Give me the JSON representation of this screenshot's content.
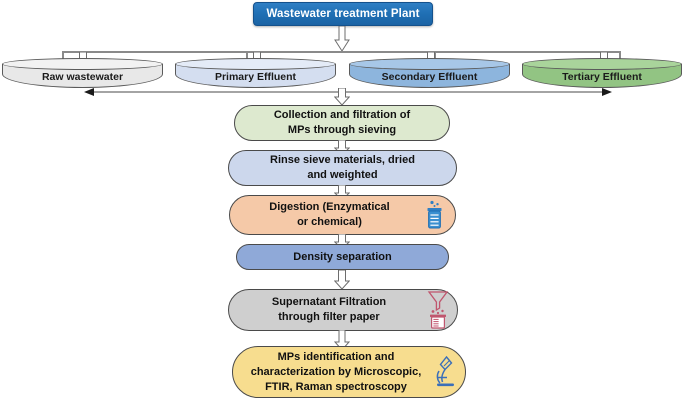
{
  "diagram": {
    "title_box": {
      "label": "Wastewater treatment Plant",
      "fill": "#1f6fb4",
      "text_color": "#ffffff"
    },
    "sources": [
      {
        "label": "Raw wastewater",
        "fill": "#e8e8e8",
        "top_fill": "#f2f2f2"
      },
      {
        "label": "Primary Effluent",
        "fill": "#d4def0",
        "top_fill": "#e4ebf7"
      },
      {
        "label": "Secondary Effluent",
        "fill": "#8db5dd",
        "top_fill": "#a7c7e7"
      },
      {
        "label": "Tertiary Effluent",
        "fill": "#92c483",
        "top_fill": "#a9d49b"
      }
    ],
    "steps": [
      {
        "label": "Collection and filtration of\nMPs through sieving",
        "lines": [
          "Collection and filtration of",
          "MPs through sieving"
        ],
        "fill": "#dde9cf",
        "icon": "none"
      },
      {
        "label": "Rinse sieve materials, dried\nand weighted",
        "lines": [
          "Rinse sieve materials, dried",
          "and weighted"
        ],
        "fill": "#ccd7ec",
        "icon": "none"
      },
      {
        "label": "Digestion (Enzymatical\nor chemical)",
        "lines": [
          "Digestion (Enzymatical",
          "or chemical)"
        ],
        "fill": "#f5c9a8",
        "icon": "beaker-icon"
      },
      {
        "label": "Density separation",
        "lines": [
          "Density separation"
        ],
        "fill": "#8fa9d8",
        "icon": "none"
      },
      {
        "label": "Supernatant Filtration\nthrough filter paper",
        "lines": [
          "Supernatant Filtration",
          "through filter paper"
        ],
        "fill": "#cfcfcf",
        "icon": "funnel-filter-icon"
      },
      {
        "label": "MPs identification and\ncharacterization by Microscopic,\nFTIR, Raman spectroscopy",
        "lines": [
          "MPs identification and",
          "characterization by Microscopic,",
          "FTIR, Raman spectroscopy"
        ],
        "fill": "#f7dd8f",
        "icon": "microscope-icon"
      }
    ],
    "connectors": {
      "bus_color": "#8a8a8a",
      "arrow_outline": "#6d6d6d",
      "arrow_fill": "#ffffff",
      "distribution_arrow_count": 4,
      "bidirectional_arrow": "double-headed"
    }
  }
}
